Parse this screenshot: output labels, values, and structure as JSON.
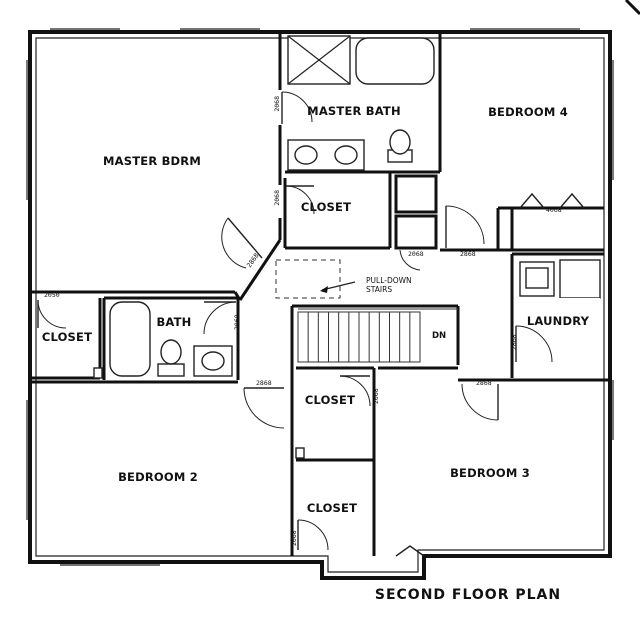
{
  "plan_title": "SECOND FLOOR PLAN",
  "rooms": {
    "master_bdrm": "MASTER BDRM",
    "master_bath": "MASTER BATH",
    "bedroom_4": "BEDROOM 4",
    "closet_master": "CLOSET",
    "closet_left": "CLOSET",
    "bath": "BATH",
    "laundry": "LAUNDRY",
    "closet_hall_upper": "CLOSET",
    "closet_hall_lower": "CLOSET",
    "bedroom_2": "BEDROOM 2",
    "bedroom_3": "BEDROOM 3"
  },
  "notes": {
    "pull_down_line1": "PULL-DOWN",
    "pull_down_line2": "STAIRS",
    "stair_direction": "DN"
  },
  "door_tags": {
    "left_closet": "2050",
    "master_bath_door": "2068",
    "master_closet": "2068",
    "master_entry": "2868",
    "bath_door": "2068",
    "bedroom4_closet": "4068",
    "hall_2068": "2068",
    "bedroom4_entry": "2868",
    "laundry_door": "2868",
    "bedroom2_entry": "2868",
    "hall_closet": "2068",
    "bedroom3_entry": "2868",
    "lower_closet": "2068"
  }
}
